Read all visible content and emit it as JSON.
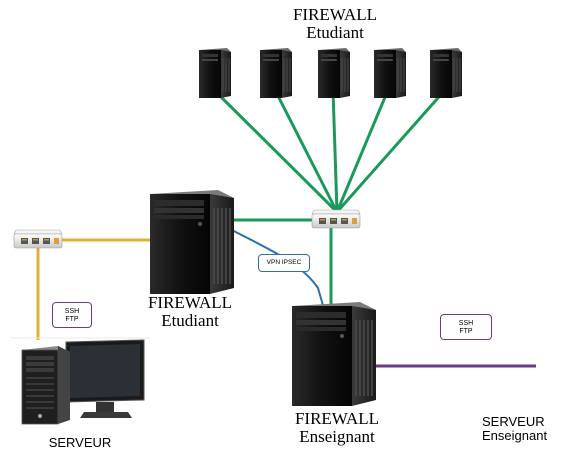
{
  "labels": {
    "top_firewall_line1": "FIREWALL",
    "top_firewall_line2": "Etudiant",
    "mid_firewall_line1": "FIREWALL",
    "mid_firewall_line2": "Etudiant",
    "bottom_firewall_line1": "FIREWALL",
    "bottom_firewall_line2": "Enseignant",
    "server_left": "SERVEUR",
    "server_right_line1": "SERVEUR",
    "server_right_line2": "Enseignant"
  },
  "tags": {
    "vpn": "VPN IPSEC",
    "ssh_left_line1": "SSH",
    "ssh_left_line2": "FTP",
    "ssh_right_line1": "SSH",
    "ssh_right_line2": "FTP"
  },
  "colors": {
    "green_link": "#1a9a5a",
    "yellow_link": "#e0b030",
    "blue_link": "#2a70b0",
    "purple_link": "#6a3a8a"
  },
  "icons": {
    "tower": "server-tower-icon",
    "switch": "network-switch-icon",
    "workstation": "workstation-icon"
  }
}
